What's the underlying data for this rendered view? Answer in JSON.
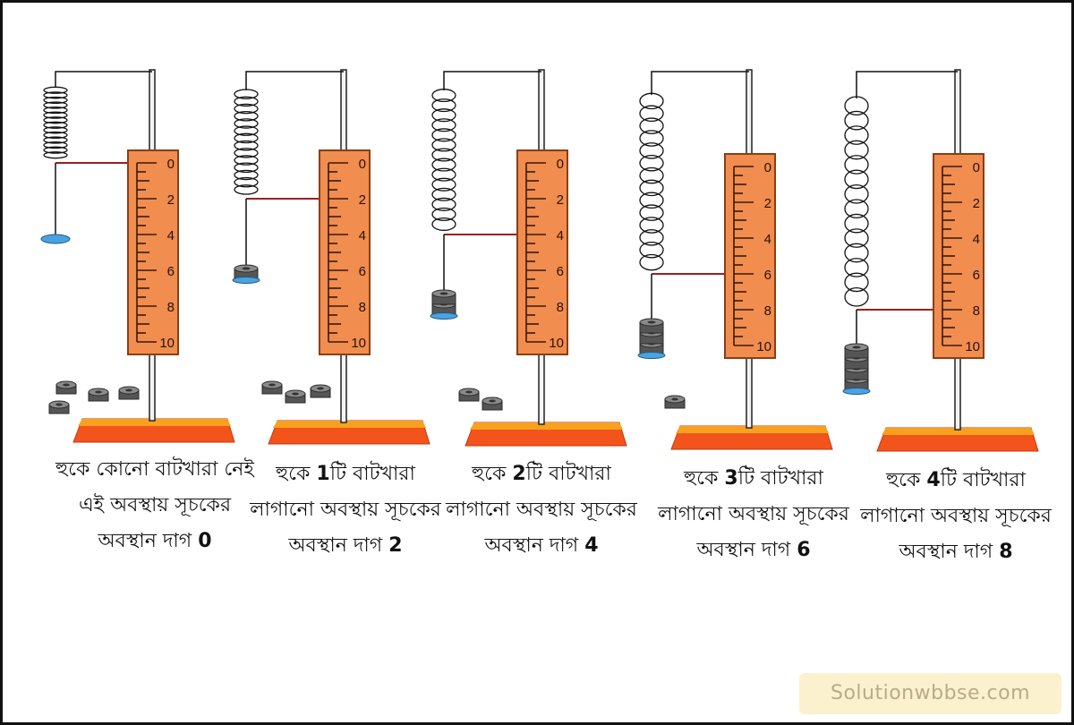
{
  "scale_ticks": [
    "0",
    "2",
    "4",
    "6",
    "8",
    "10"
  ],
  "colors": {
    "scale_fill": "#f08d4f",
    "scale_stroke": "#8a3e14",
    "base_fill": "#f2541c",
    "base_top": "#f8a11f",
    "pointer": "#9c1f1f",
    "weight_fill": "#555555",
    "pan_fill": "#4aa3df"
  },
  "panels": [
    {
      "marking": 0,
      "hung_weights": 0,
      "loose_weights": 4,
      "caption": {
        "lead": "হুকে কোনো বাটখারা নেই এই অবস্থায় সূচকের অবস্থান দাগ ",
        "count": "",
        "middle": "",
        "mark": "0"
      }
    },
    {
      "marking": 2,
      "hung_weights": 1,
      "loose_weights": 3,
      "caption": {
        "lead": "হুকে ",
        "count": "1",
        "middle": "টি বাটখারা লাগানো অবস্থায় সূচকের অবস্থান দাগ ",
        "mark": "2"
      }
    },
    {
      "marking": 4,
      "hung_weights": 2,
      "loose_weights": 2,
      "caption": {
        "lead": "হুকে ",
        "count": "2",
        "middle": "টি বাটখারা লাগানো অবস্থায় সূচকের অবস্থান দাগ ",
        "mark": "4"
      }
    },
    {
      "marking": 6,
      "hung_weights": 3,
      "loose_weights": 1,
      "caption": {
        "lead": "হুকে ",
        "count": "3",
        "middle": "টি বাটখারা লাগানো অবস্থায় সূচকের অবস্থান দাগ ",
        "mark": "6"
      }
    },
    {
      "marking": 8,
      "hung_weights": 4,
      "loose_weights": 0,
      "caption": {
        "lead": "হুকে ",
        "count": "4",
        "middle": "টি বাটখারা লাগানো অবস্থায় সূচকের অবস্থান দাগ ",
        "mark": "8"
      }
    }
  ],
  "watermark": "Solutionwbbse.com"
}
